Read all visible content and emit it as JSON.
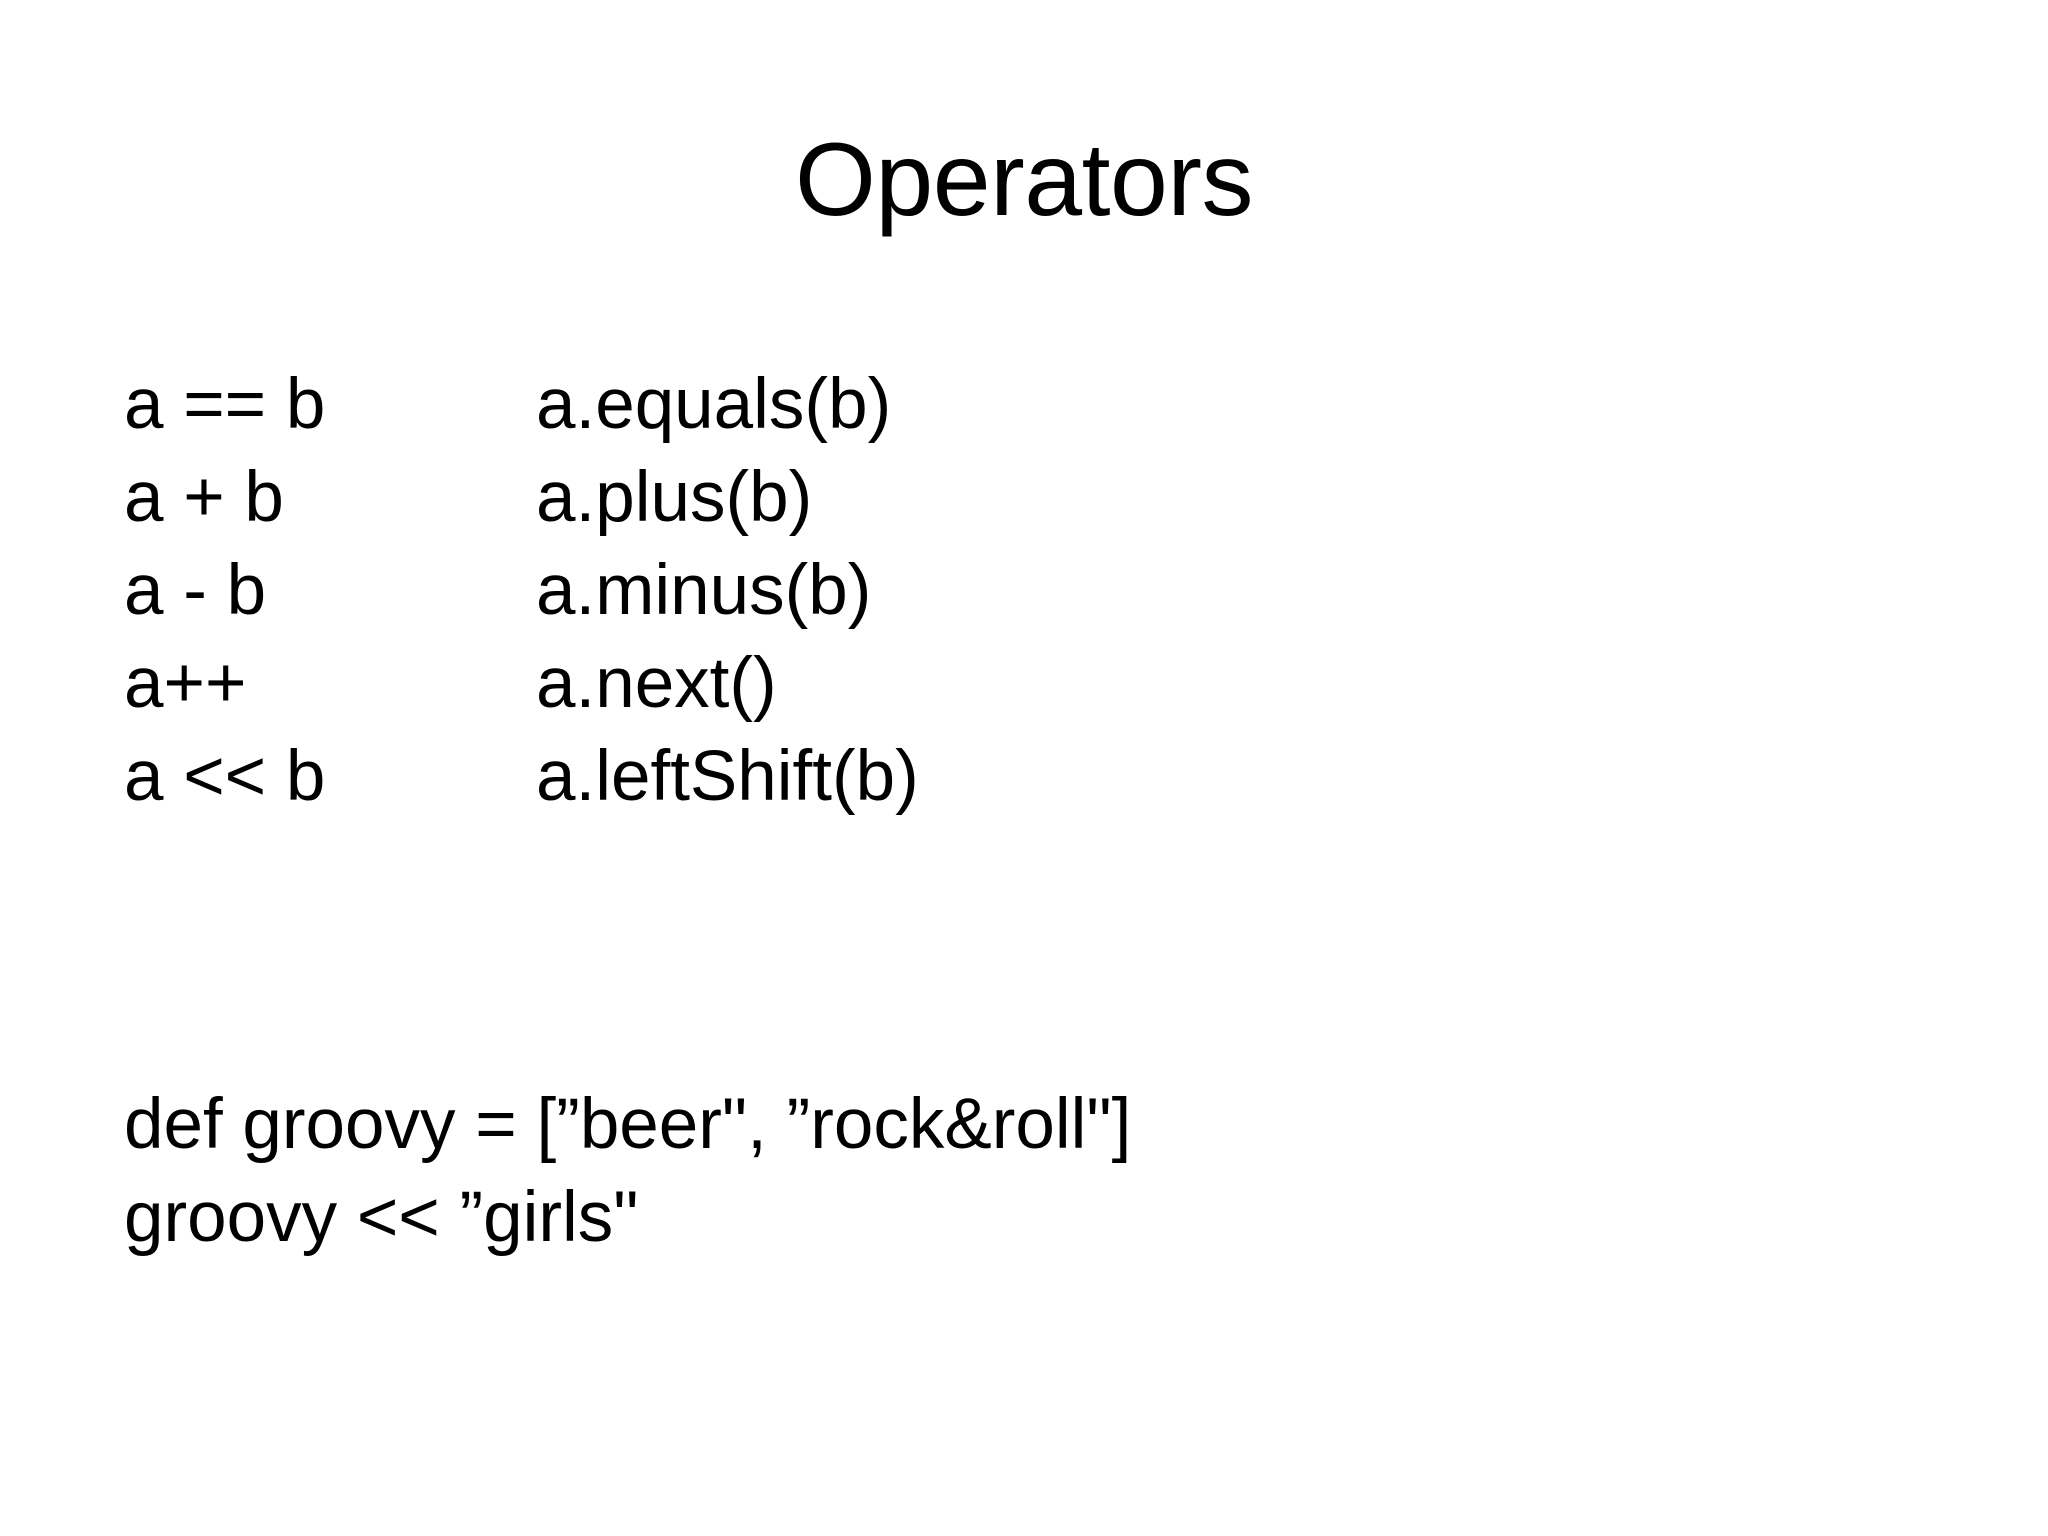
{
  "slide": {
    "title": "Operators",
    "background_color": "#ffffff",
    "text_color": "#000000"
  },
  "operator_table": {
    "rows": [
      {
        "operator": "a == b",
        "method": "a.equals(b)"
      },
      {
        "operator": "a + b",
        "method": "a.plus(b)"
      },
      {
        "operator": "a - b",
        "method": "a.minus(b)"
      },
      {
        "operator": "a++",
        "method": "a.next()"
      },
      {
        "operator": "a << b",
        "method": "a.leftShift(b)"
      }
    ]
  },
  "code_example": {
    "lines": [
      "def groovy = [”beer\", ”rock&roll\"]",
      "groovy << ”girls\""
    ]
  }
}
